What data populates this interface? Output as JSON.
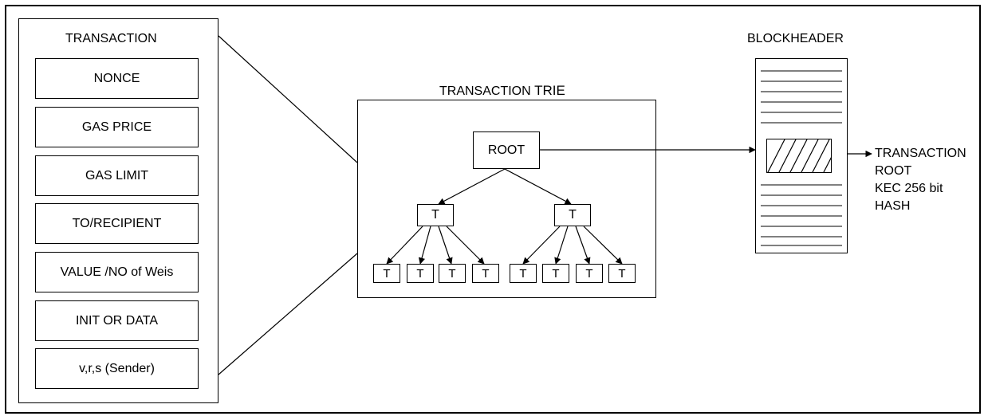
{
  "transaction": {
    "title": "TRANSACTION",
    "fields": [
      "NONCE",
      "GAS PRICE",
      "GAS LIMIT",
      "TO/RECIPIENT",
      "VALUE /NO of Weis",
      "INIT OR DATA",
      "v,r,s (Sender)"
    ]
  },
  "trie": {
    "title_prefix": "TRANSACTION ",
    "title_emph": "TRIE",
    "root": "ROOT",
    "branch_label": "T",
    "leaf_label": "T"
  },
  "blockheader": {
    "title": "BLOCKHEADER",
    "output_lines": [
      "TRANSACTION",
      "ROOT",
      "KEC 256 bit",
      "HASH"
    ]
  }
}
